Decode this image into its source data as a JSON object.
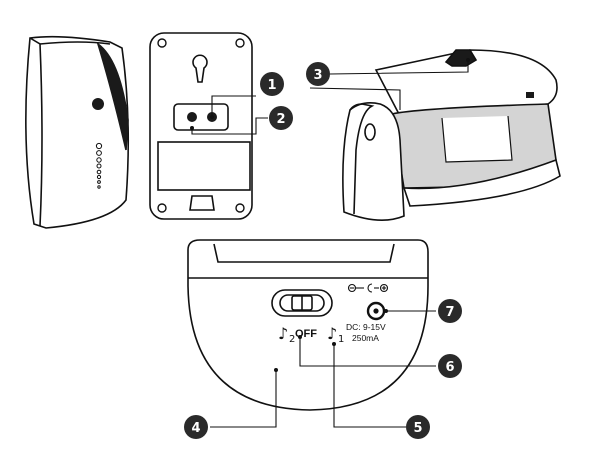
{
  "callouts": {
    "c1": "1",
    "c2": "2",
    "c3": "3",
    "c4": "4",
    "c5": "5",
    "c6": "6",
    "c7": "7"
  },
  "switch_labels": {
    "off": "OFF",
    "note_symbol": "♪",
    "melody_2": "2",
    "melody_1": "1"
  },
  "power_jack": {
    "spec_line1": "DC: 9-15V",
    "spec_line2": "250mA"
  },
  "colors": {
    "line": "#111111",
    "badge": "#2a2a2a",
    "sensor_window": "#d4d4d4",
    "dark_panel": "#1a1a1a"
  }
}
